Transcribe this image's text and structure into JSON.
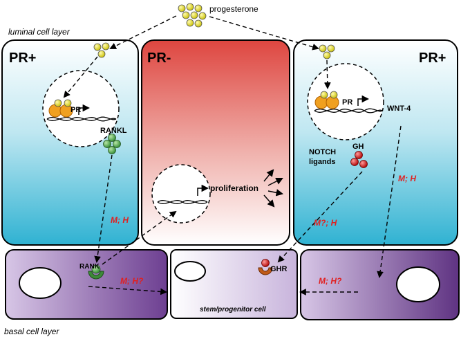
{
  "labels": {
    "progesterone": "progesterone",
    "luminal_layer": "luminal cell layer",
    "basal_layer": "basal cell layer",
    "pr_pos_left": "PR+",
    "pr_neg": "PR-",
    "pr_pos_right": "PR+",
    "pr_left": "PR",
    "pr_right": "PR",
    "rankl": "RANKL",
    "rank": "RANK",
    "wnt4": "WNT-4",
    "notch_line1": "NOTCH",
    "notch_line2": "ligands",
    "gh": "GH",
    "ghr": "GHR",
    "proliferation": "proliferation",
    "stem_cell": "stem/progenitor cell"
  },
  "annotations": {
    "mh_left": "M; H",
    "mh_right": "M; H",
    "mh_q_center": "M?; H",
    "mh_q_basal_left": "M; H?",
    "mh_q_basal_right": "M; H?"
  },
  "colors": {
    "luminal_cyan": "#3fb8d6",
    "pr_neg_red": "#e0504a",
    "basal_purple": "#7a4f9a",
    "hormone_yellow": "#e8e020",
    "rankl_green": "#4aa048",
    "gh_red": "#cc1818",
    "annotation_red": "#e02020",
    "receptor_orange": "#f0a020"
  }
}
